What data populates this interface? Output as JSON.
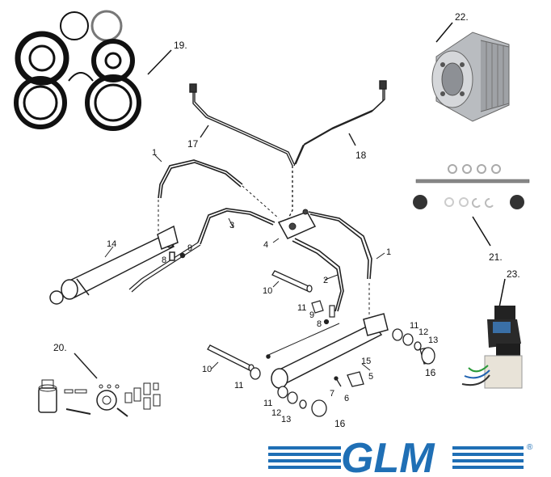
{
  "diagram": {
    "labels": {
      "p1a": "1",
      "p1b": "1",
      "p2": "2",
      "p3": "3",
      "p4": "4",
      "p5": "5",
      "p6": "6",
      "p7": "7",
      "p8a": "8",
      "p8b": "8",
      "p9a": "9",
      "p9b": "9",
      "p10a": "10",
      "p10b": "10",
      "p11a": "11",
      "p11b": "11",
      "p11c": "11",
      "p11d": "11",
      "p12a": "12",
      "p12b": "12",
      "p13a": "13",
      "p13b": "13",
      "p14": "14",
      "p15": "15",
      "p16a": "16",
      "p16b": "16",
      "p17": "17",
      "p18": "18",
      "p19": "19.",
      "p20": "20.",
      "p21": "21.",
      "p22": "22.",
      "p23": "23."
    }
  },
  "logo": {
    "text": "GLM",
    "registered": "®",
    "color": "#1f6fb5"
  }
}
